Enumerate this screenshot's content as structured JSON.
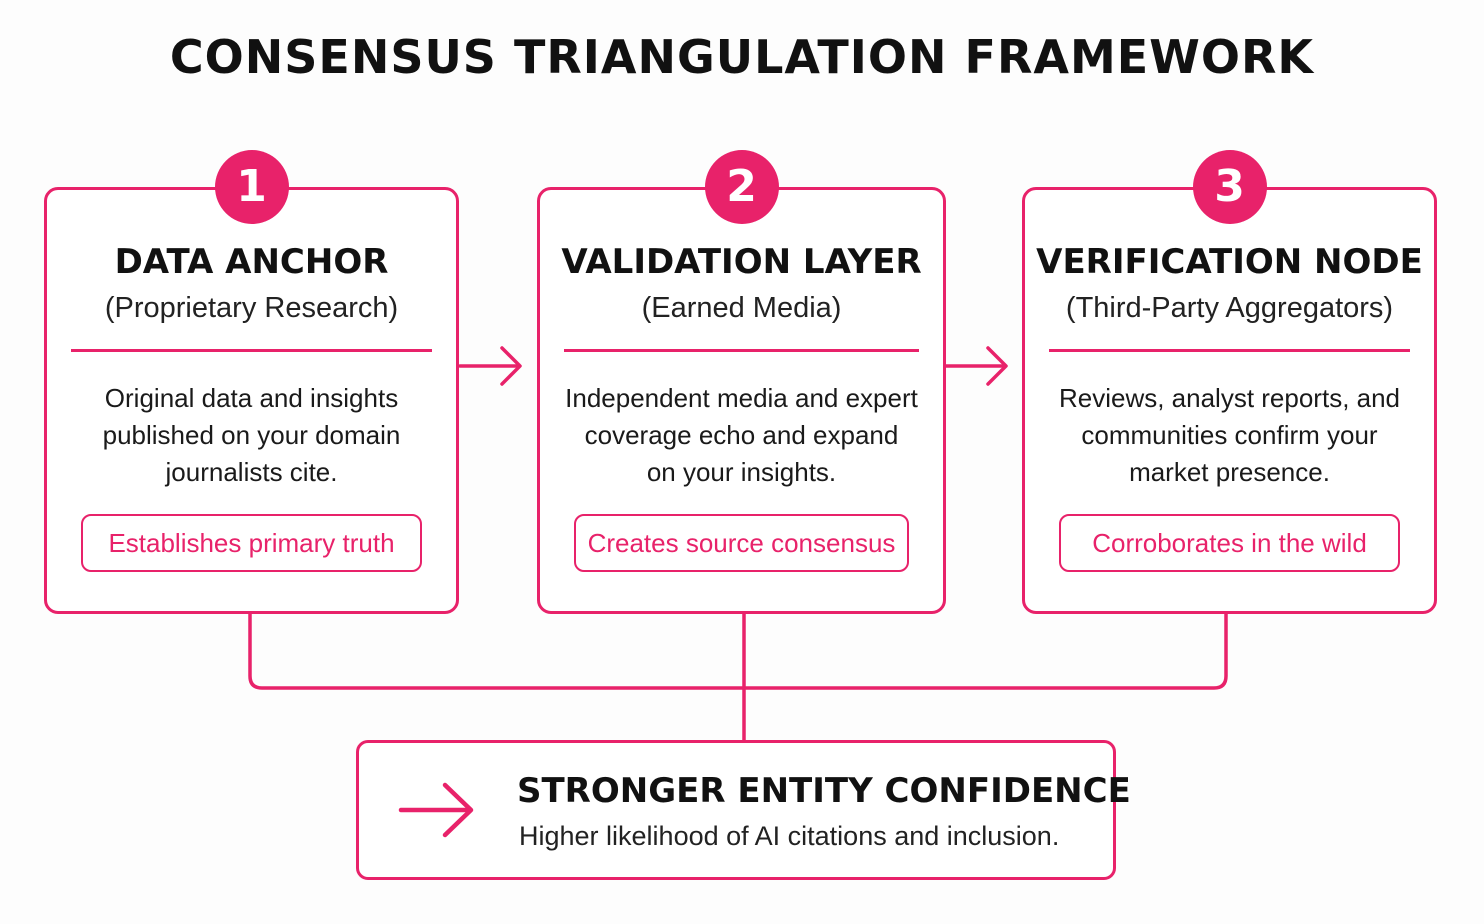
{
  "title": "CONSENSUS TRIANGULATION FRAMEWORK",
  "accent_color": "#e8226a",
  "cards": [
    {
      "number": "1",
      "title": "DATA ANCHOR",
      "subtitle": "(Proprietary Research)",
      "body": [
        "Original data and insights",
        "published on your domain",
        "journalists cite."
      ],
      "tag": "Establishes primary truth"
    },
    {
      "number": "2",
      "title": "VALIDATION LAYER",
      "subtitle": "(Earned Media)",
      "body": [
        "Independent media and expert",
        "coverage echo and expand",
        "on your insights."
      ],
      "tag": "Creates source consensus"
    },
    {
      "number": "3",
      "title": "VERIFICATION NODE",
      "subtitle": "(Third-Party Aggregators)",
      "body": [
        "Reviews, analyst reports, and",
        "communities confirm your",
        "market presence."
      ],
      "tag": "Corroborates in the wild"
    }
  ],
  "result": {
    "title": "STRONGER ENTITY CONFIDENCE",
    "subtitle": "Higher likelihood of AI citations and inclusion.",
    "icon": "arrow-right-icon"
  },
  "icons": {
    "flow_arrows": "arrow-right-icon"
  }
}
